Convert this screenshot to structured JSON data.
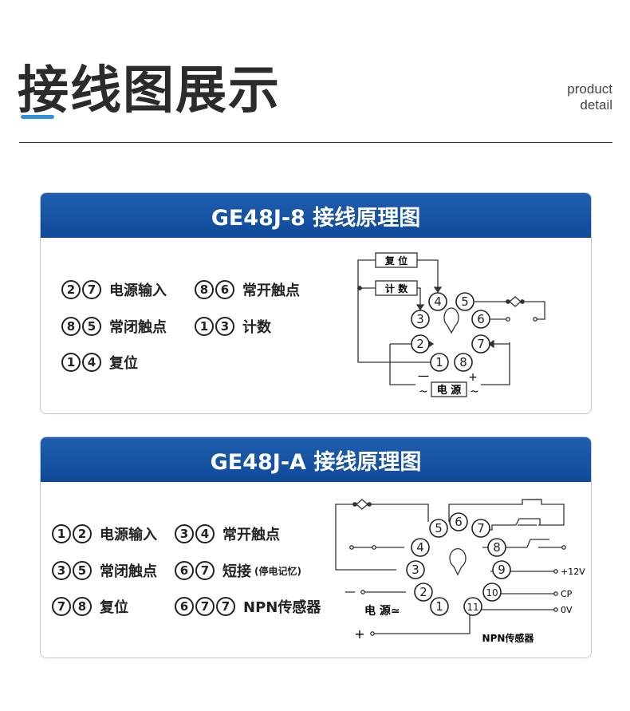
{
  "header": {
    "title": "接线图展示",
    "subtitle_line1": "product",
    "subtitle_line2": "detail"
  },
  "card1": {
    "title": "GE48J-8 接线原理图",
    "legend": [
      {
        "nums": [
          "2",
          "7"
        ],
        "text": "电源输入"
      },
      {
        "nums": [
          "8",
          "6"
        ],
        "text": "常开触点"
      },
      {
        "nums": [
          "8",
          "5"
        ],
        "text": "常闭触点"
      },
      {
        "nums": [
          "1",
          "3"
        ],
        "text": "计数"
      },
      {
        "nums": [
          "1",
          "4"
        ],
        "text": "复位"
      }
    ],
    "diagram": {
      "box_reset": "复 位",
      "box_count": "计 数",
      "box_power": "电  源",
      "minus": "一",
      "plus": "+",
      "ac_left": "~",
      "ac_right": "~",
      "pins": [
        "4",
        "5",
        "3",
        "6",
        "2",
        "7",
        "1",
        "8"
      ]
    }
  },
  "card2": {
    "title": "GE48J-A 接线原理图",
    "legend": [
      {
        "nums": [
          "1",
          "2"
        ],
        "text": "电源输入"
      },
      {
        "nums": [
          "3",
          "4"
        ],
        "text": "常开触点"
      },
      {
        "nums": [
          "3",
          "5"
        ],
        "text": "常闭触点"
      },
      {
        "nums": [
          "6",
          "7"
        ],
        "text": "短接",
        "note": "(停电记忆)"
      },
      {
        "nums": [
          "7",
          "8"
        ],
        "text": "复位"
      },
      {
        "nums": [
          "6",
          "7",
          "7"
        ],
        "text": "NPN传感器"
      }
    ],
    "diagram": {
      "power_label": "电  源≃",
      "minus": "—",
      "plus": "+",
      "v12": "+12V",
      "cp": "CP",
      "ov": "0V",
      "npn": "NPN传感器",
      "pins": [
        "6",
        "5",
        "7",
        "4",
        "8",
        "3",
        "9",
        "2",
        "10",
        "1",
        "11"
      ]
    }
  }
}
